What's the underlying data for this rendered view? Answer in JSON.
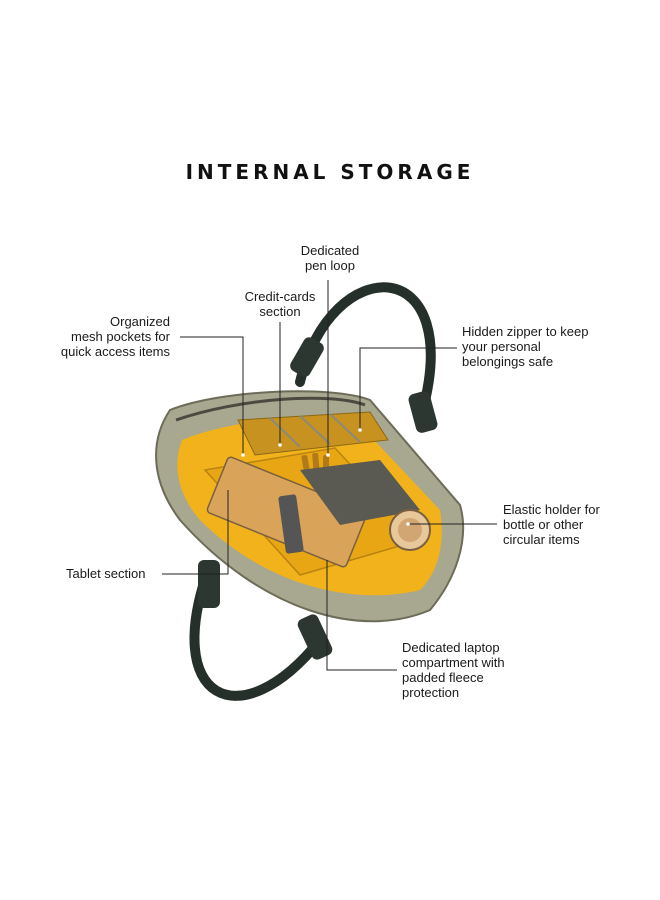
{
  "title": "INTERNAL STORAGE",
  "callouts": {
    "pen_loop": "Dedicated\npen loop",
    "credit_cards": "Credit-cards\nsection",
    "mesh_pockets": "Organized\nmesh pockets for\nquick access items",
    "hidden_zipper": "Hidden zipper to keep\nyour personal\nbelongings safe",
    "elastic_holder": "Elastic holder for\nbottle or other\ncircular items",
    "tablet": "Tablet section",
    "laptop": "Dedicated laptop\ncompartment with\npadded fleece\nprotection"
  },
  "colors": {
    "lining": "#f2b21c",
    "shell": "#a8a890",
    "handle": "#243029",
    "leader_line": "#222222"
  }
}
